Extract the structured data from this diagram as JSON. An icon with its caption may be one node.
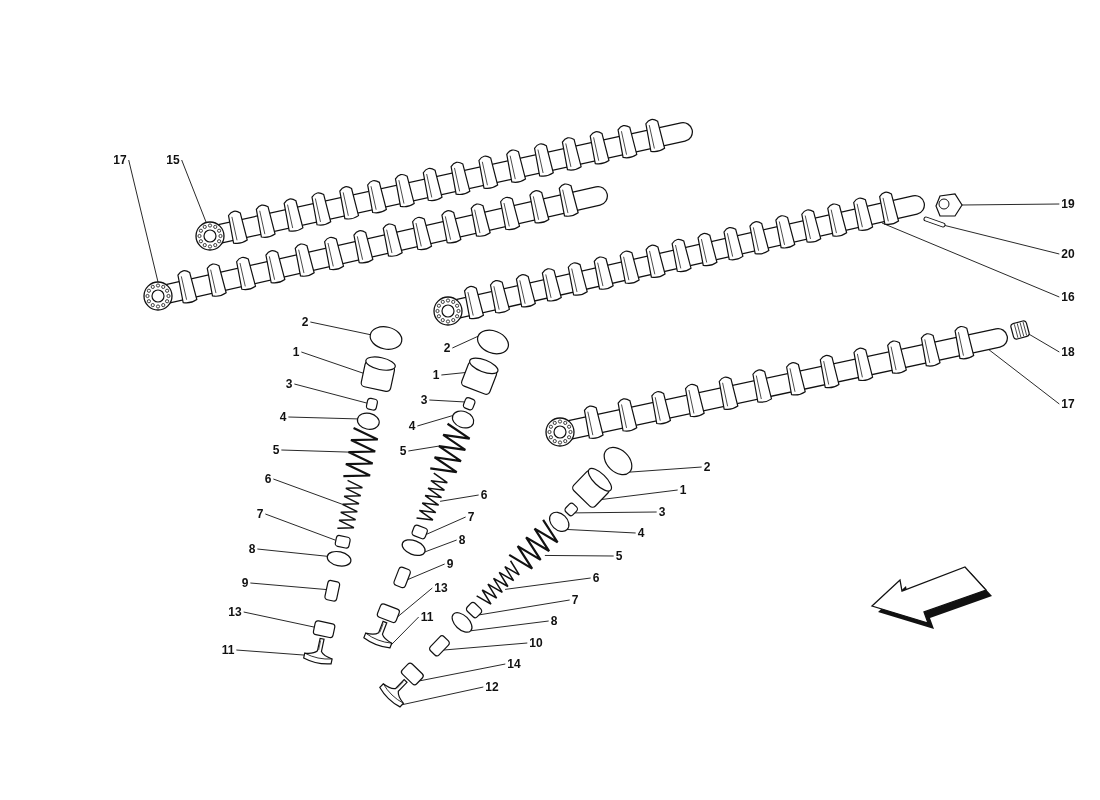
{
  "diagram": {
    "nodes": [
      {
        "text": [
          "17"
        ]
      },
      {
        "text": [
          "15"
        ]
      },
      {
        "text": [
          "19"
        ]
      },
      {
        "text": [
          "20"
        ]
      },
      {
        "text": [
          "16"
        ]
      },
      {
        "text": [
          "18"
        ]
      },
      {
        "text": [
          "17"
        ]
      },
      {
        "text": [
          "2"
        ]
      },
      {
        "text": [
          "1"
        ]
      },
      {
        "text": [
          "3"
        ]
      },
      {
        "text": [
          "4"
        ]
      },
      {
        "text": [
          "5"
        ]
      },
      {
        "text": [
          "6"
        ]
      },
      {
        "text": [
          "7"
        ]
      },
      {
        "text": [
          "8"
        ]
      },
      {
        "text": [
          "9"
        ]
      },
      {
        "text": [
          "13"
        ]
      },
      {
        "text": [
          "11"
        ]
      },
      {
        "text": [
          "2"
        ]
      },
      {
        "text": [
          "1"
        ]
      },
      {
        "text": [
          "3"
        ]
      },
      {
        "text": [
          "4"
        ]
      },
      {
        "text": [
          "5"
        ]
      },
      {
        "text": [
          "6"
        ]
      },
      {
        "text": [
          "7"
        ]
      },
      {
        "text": [
          "8"
        ]
      },
      {
        "text": [
          "9"
        ]
      },
      {
        "text": [
          "13"
        ]
      },
      {
        "text": [
          "11"
        ]
      },
      {
        "text": [
          "2"
        ]
      },
      {
        "text": [
          "1"
        ]
      },
      {
        "text": [
          "3"
        ]
      },
      {
        "text": [
          "4"
        ]
      },
      {
        "text": [
          "5"
        ]
      },
      {
        "text": [
          "6"
        ]
      },
      {
        "text": [
          "7"
        ]
      },
      {
        "text": [
          "8"
        ]
      },
      {
        "text": [
          "10"
        ]
      },
      {
        "text": [
          "14"
        ]
      },
      {
        "text": [
          "12"
        ]
      },
      {
        "text": [],
        "shape": "picture"
      },
      {
        "text": [],
        "shape": "picture"
      },
      {
        "text": [],
        "shape": "picture"
      },
      {
        "text": [],
        "shape": "picture"
      },
      {
        "text": [],
        "shape": "picture"
      },
      {
        "text": [],
        "shape": "picture"
      },
      {
        "text": [],
        "shape": "picture"
      },
      {
        "text": [],
        "shape": "circle"
      },
      {
        "text": [],
        "shape": "cylinder"
      },
      {
        "text": [],
        "shape": "box"
      },
      {
        "text": [],
        "shape": "circle"
      },
      {
        "text": [],
        "shape": "picture"
      },
      {
        "text": [],
        "shape": "picture"
      },
      {
        "text": [],
        "shape": "box"
      },
      {
        "text": [],
        "shape": "circle"
      },
      {
        "text": [],
        "shape": "box"
      },
      {
        "text": [],
        "shape": "box"
      },
      {
        "text": [],
        "shape": "picture"
      },
      {
        "text": [],
        "shape": "circle"
      },
      {
        "text": [],
        "shape": "cylinder"
      },
      {
        "text": [],
        "shape": "box"
      },
      {
        "text": [],
        "shape": "circle"
      },
      {
        "text": [],
        "shape": "picture"
      },
      {
        "text": [],
        "shape": "picture"
      },
      {
        "text": [],
        "shape": "box"
      },
      {
        "text": [],
        "shape": "circle"
      },
      {
        "text": [],
        "shape": "box"
      },
      {
        "text": [],
        "shape": "box"
      },
      {
        "text": [],
        "shape": "picture"
      },
      {
        "text": [],
        "shape": "circle"
      },
      {
        "text": [],
        "shape": "cylinder"
      },
      {
        "text": [],
        "shape": "box"
      },
      {
        "text": [],
        "shape": "circle"
      },
      {
        "text": [],
        "shape": "picture"
      },
      {
        "text": [],
        "shape": "picture"
      },
      {
        "text": [],
        "shape": "box"
      },
      {
        "text": [],
        "shape": "circle"
      },
      {
        "text": [],
        "shape": "box"
      },
      {
        "text": [],
        "shape": "box"
      },
      {
        "text": [],
        "shape": "picture"
      }
    ],
    "edges": [
      {
        "from": 0,
        "to": 41,
        "arrow": "none"
      },
      {
        "from": 1,
        "to": 40,
        "arrow": "none"
      },
      {
        "from": 2,
        "to": 43,
        "arrow": "none"
      },
      {
        "from": 3,
        "to": 44,
        "arrow": "none"
      },
      {
        "from": 4,
        "to": 42,
        "arrow": "none"
      },
      {
        "from": 5,
        "to": 46,
        "arrow": "none"
      },
      {
        "from": 6,
        "to": 45,
        "arrow": "none"
      },
      {
        "from": 7,
        "to": 47,
        "arrow": "none"
      },
      {
        "from": 8,
        "to": 48,
        "arrow": "none"
      },
      {
        "from": 9,
        "to": 49,
        "arrow": "none"
      },
      {
        "from": 10,
        "to": 50,
        "arrow": "none"
      },
      {
        "from": 11,
        "to": 51,
        "arrow": "none"
      },
      {
        "from": 12,
        "to": 52,
        "arrow": "none"
      },
      {
        "from": 13,
        "to": 53,
        "arrow": "none"
      },
      {
        "from": 14,
        "to": 54,
        "arrow": "none"
      },
      {
        "from": 15,
        "to": 55,
        "arrow": "none"
      },
      {
        "from": 16,
        "to": 56,
        "arrow": "none"
      },
      {
        "from": 17,
        "to": 57,
        "arrow": "none"
      },
      {
        "from": 18,
        "to": 58,
        "arrow": "none"
      },
      {
        "from": 19,
        "to": 59,
        "arrow": "none"
      },
      {
        "from": 20,
        "to": 60,
        "arrow": "none"
      },
      {
        "from": 21,
        "to": 61,
        "arrow": "none"
      },
      {
        "from": 22,
        "to": 62,
        "arrow": "none"
      },
      {
        "from": 23,
        "to": 63,
        "arrow": "none"
      },
      {
        "from": 24,
        "to": 64,
        "arrow": "none"
      },
      {
        "from": 25,
        "to": 65,
        "arrow": "none"
      },
      {
        "from": 26,
        "to": 66,
        "arrow": "none"
      },
      {
        "from": 27,
        "to": 67,
        "arrow": "none"
      },
      {
        "from": 28,
        "to": 68,
        "arrow": "none"
      },
      {
        "from": 29,
        "to": 69,
        "arrow": "none"
      },
      {
        "from": 30,
        "to": 70,
        "arrow": "none"
      },
      {
        "from": 31,
        "to": 71,
        "arrow": "none"
      },
      {
        "from": 32,
        "to": 72,
        "arrow": "none"
      },
      {
        "from": 33,
        "to": 73,
        "arrow": "none"
      },
      {
        "from": 34,
        "to": 74,
        "arrow": "none"
      },
      {
        "from": 35,
        "to": 75,
        "arrow": "none"
      },
      {
        "from": 36,
        "to": 76,
        "arrow": "none"
      },
      {
        "from": 37,
        "to": 77,
        "arrow": "none"
      },
      {
        "from": 38,
        "to": 78,
        "arrow": "none"
      },
      {
        "from": 39,
        "to": 79,
        "arrow": "none"
      }
    ]
  }
}
